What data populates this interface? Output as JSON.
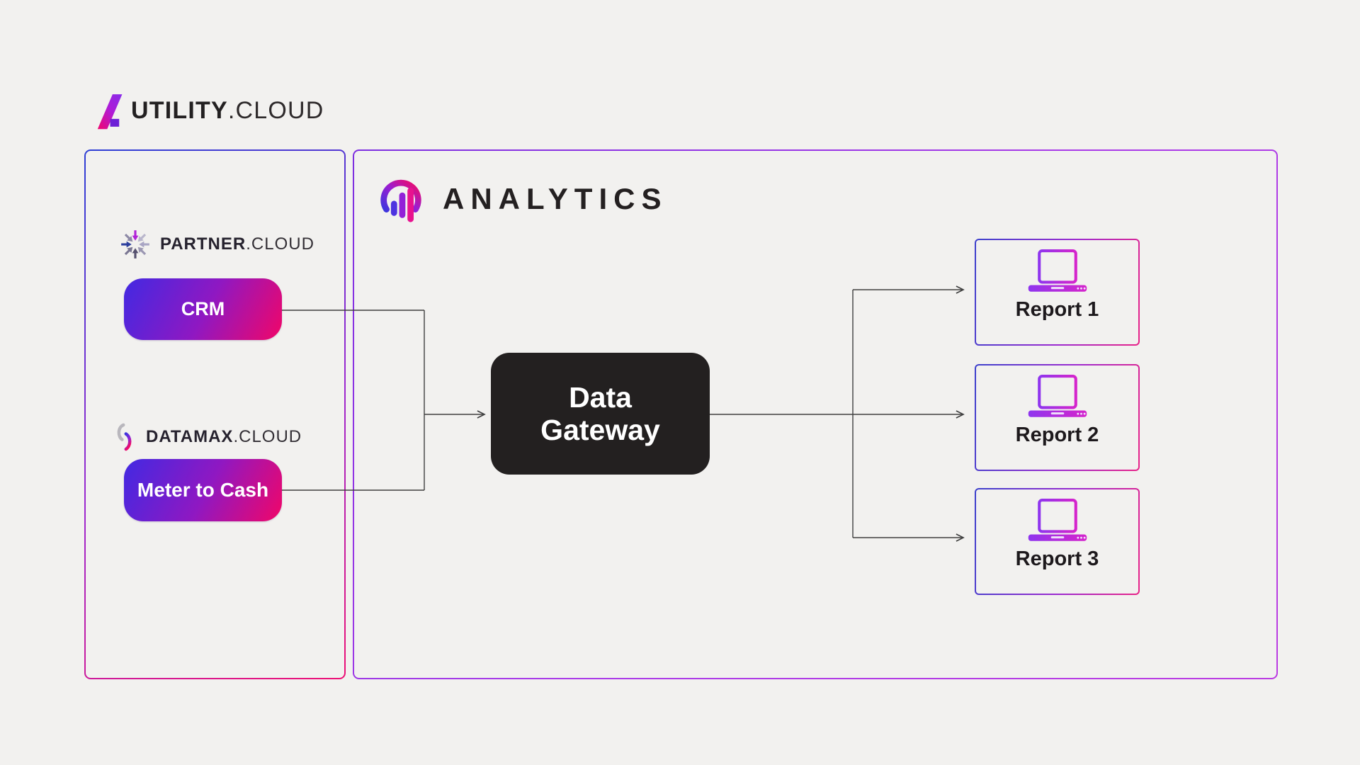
{
  "page": {
    "type": "architecture-diagram",
    "background": "#f2f1ef"
  },
  "brand_logo": {
    "icon": "gradient-numeral-4-icon",
    "name_bold": "UTILITY",
    "name_suffix": ".CLOUD"
  },
  "sources_panel": {
    "partner_brand": {
      "icon": "converging-arrows-icon",
      "name_bold": "PARTNER",
      "name_suffix": ".CLOUD"
    },
    "crm_node": {
      "label": "CRM"
    },
    "datamax_brand": {
      "icon": "dual-arc-icon",
      "name_bold": "DATAMAX",
      "name_suffix": ".CLOUD"
    },
    "meter_to_cash_node": {
      "label": "Meter to Cash"
    }
  },
  "analytics_panel": {
    "icon": "circle-bars-analytics-icon",
    "title": "ANALYTICS",
    "gateway_node": {
      "label_line1": "Data",
      "label_line2": "Gateway"
    },
    "report_nodes": [
      {
        "icon": "laptop-icon",
        "label": "Report 1"
      },
      {
        "icon": "laptop-icon",
        "label": "Report 2"
      },
      {
        "icon": "laptop-icon",
        "label": "Report 3"
      }
    ]
  },
  "connections": [
    "CRM → Data Gateway",
    "Meter to Cash → Data Gateway",
    "Data Gateway → Report 1",
    "Data Gateway → Report 2",
    "Data Gateway → Report 3"
  ],
  "colors": {
    "background": "#f2f1ef",
    "text_dark": "#232021",
    "node_gradient": [
      "#4229e2",
      "#8f18c2",
      "#f10668"
    ],
    "gateway_bg": "#232020",
    "connector": "#3f3f3f",
    "sources_border_gradient": [
      "#2d3fd4",
      "#9c27d0",
      "#ed0f75"
    ],
    "analytics_border": "#a93ae8",
    "report_border_gradient": [
      "#3c41cc",
      "#e82388"
    ],
    "laptop_icon_gradient": [
      "#8f35ee",
      "#d524cc"
    ]
  }
}
